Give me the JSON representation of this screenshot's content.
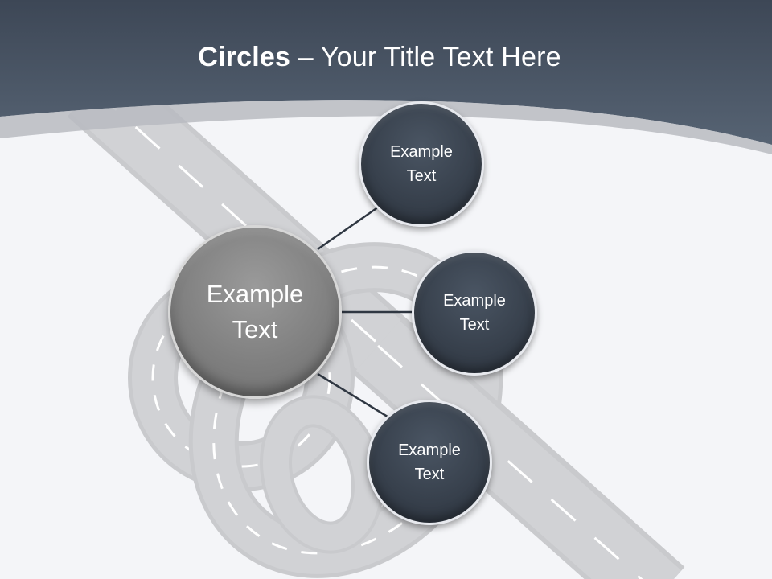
{
  "slide": {
    "title_bold": "Circles",
    "title_rest": " – Your Title Text Here"
  },
  "hub": {
    "label": "Example\nText"
  },
  "nodes": [
    {
      "label": "Example\nText"
    },
    {
      "label": "Example\nText"
    },
    {
      "label": "Example\nText"
    }
  ],
  "colors": {
    "header": "#44505f",
    "node_fill": "#38414d",
    "hub_fill": "#808080",
    "road": "#cfd0d3",
    "connector": "#2f3742"
  }
}
